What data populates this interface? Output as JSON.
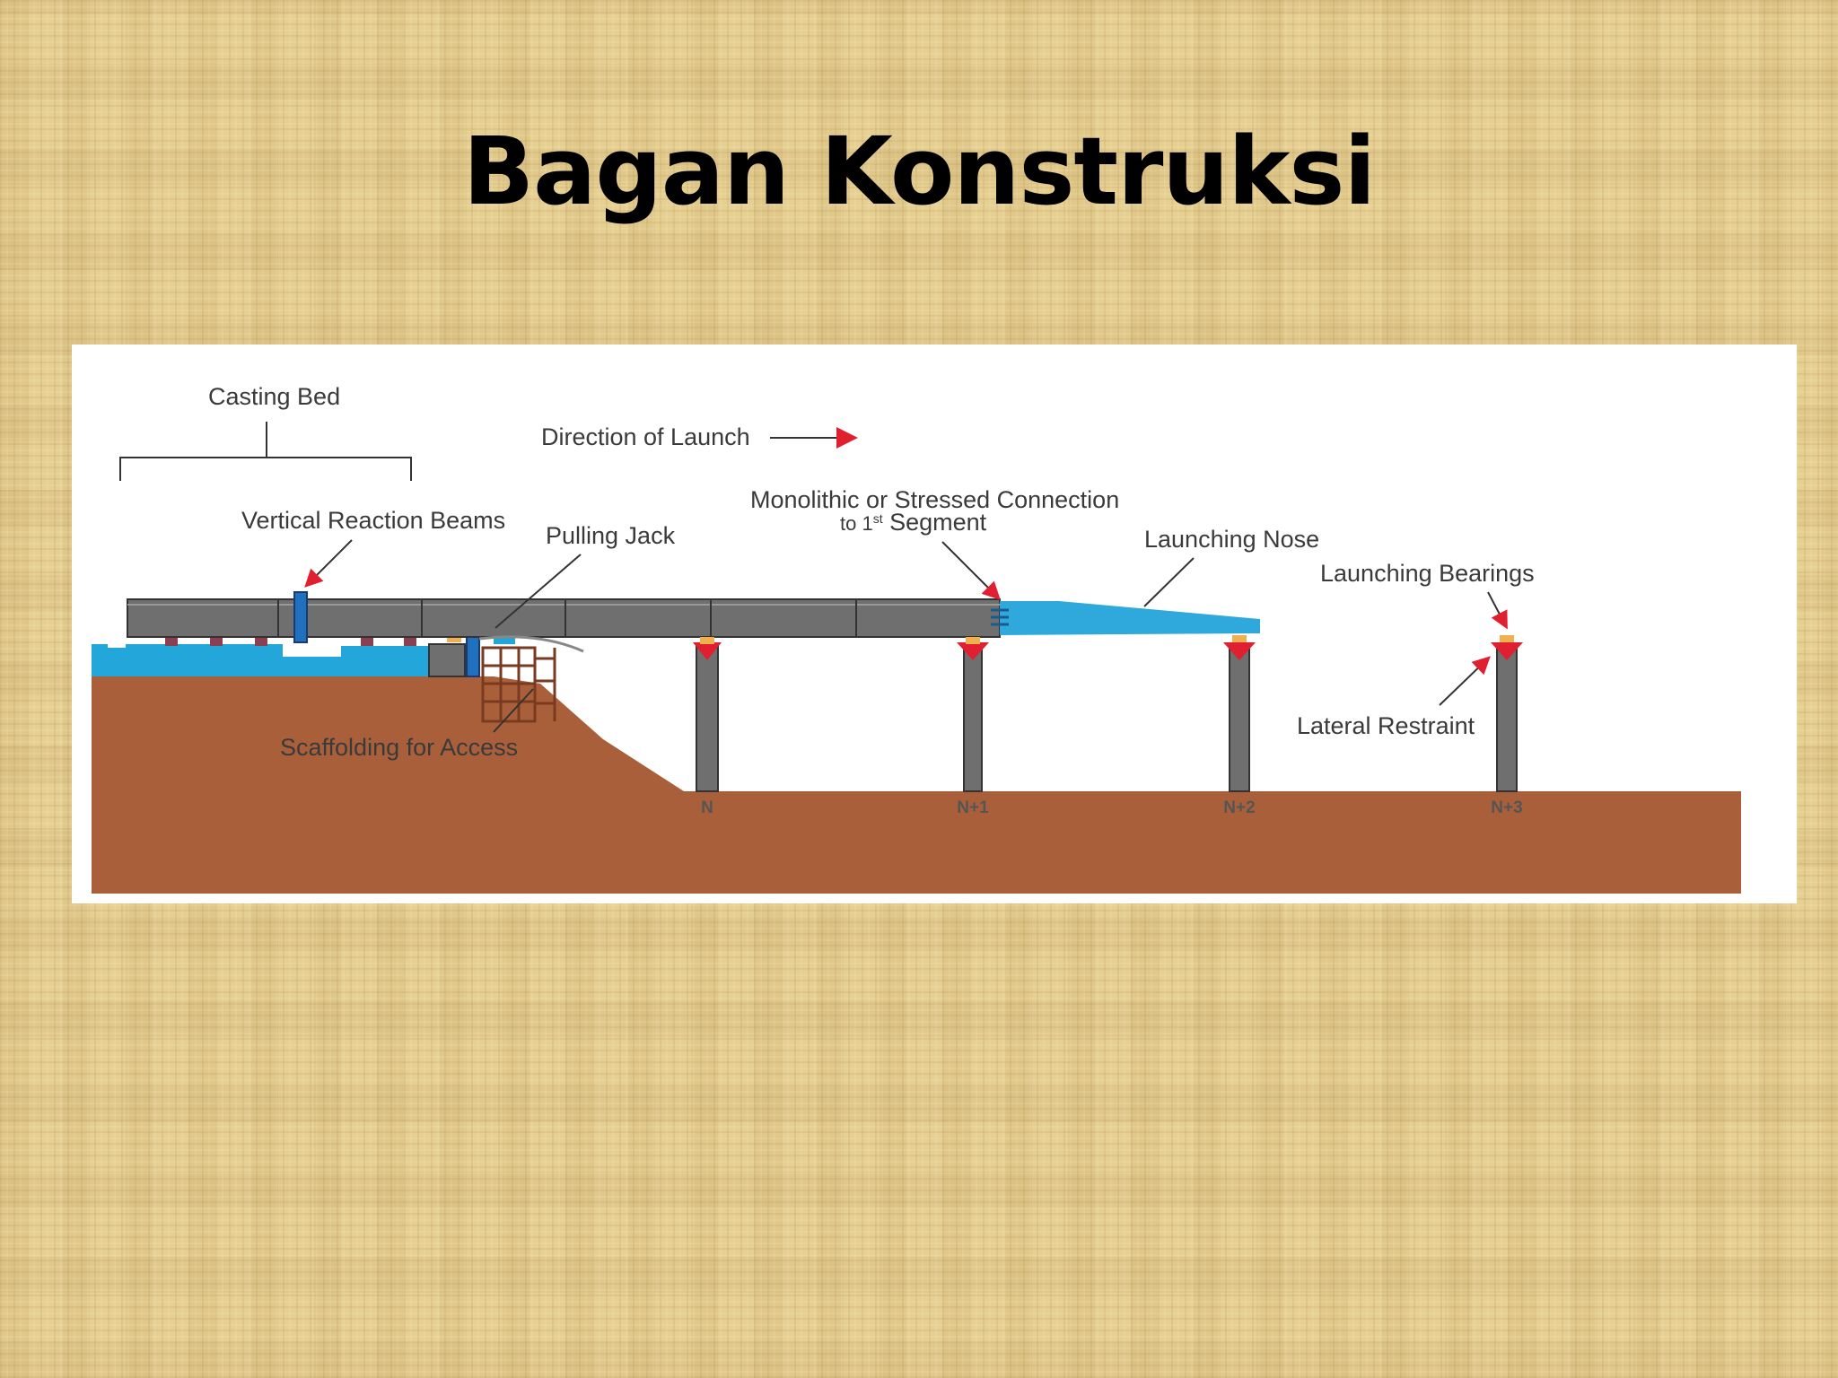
{
  "slide": {
    "title": "Bagan Konstruksi"
  },
  "diagram": {
    "labels": {
      "casting_bed": "Casting Bed",
      "direction_of_launch": "Direction of Launch",
      "vertical_reaction_beams": "Vertical Reaction Beams",
      "pulling_jack": "Pulling Jack",
      "connection_line1": "Monolithic or Stressed Connection",
      "connection_line2_prefix": "to 1",
      "connection_line2_sup": "st",
      "connection_line2_suffix": " Segment",
      "launching_nose": "Launching Nose",
      "launching_bearings": "Launching Bearings",
      "lateral_restraint": "Lateral Restraint",
      "scaffolding": "Scaffolding  for  Access"
    },
    "piers": [
      "N",
      "N+1",
      "N+2",
      "N+3"
    ],
    "colors": {
      "girder": "#6f6f6f",
      "ground": "#a9603a",
      "water": "#23a6d9",
      "nose": "#2fa9dc",
      "arrow": "#e02030",
      "bearing": "#f0b050"
    }
  }
}
